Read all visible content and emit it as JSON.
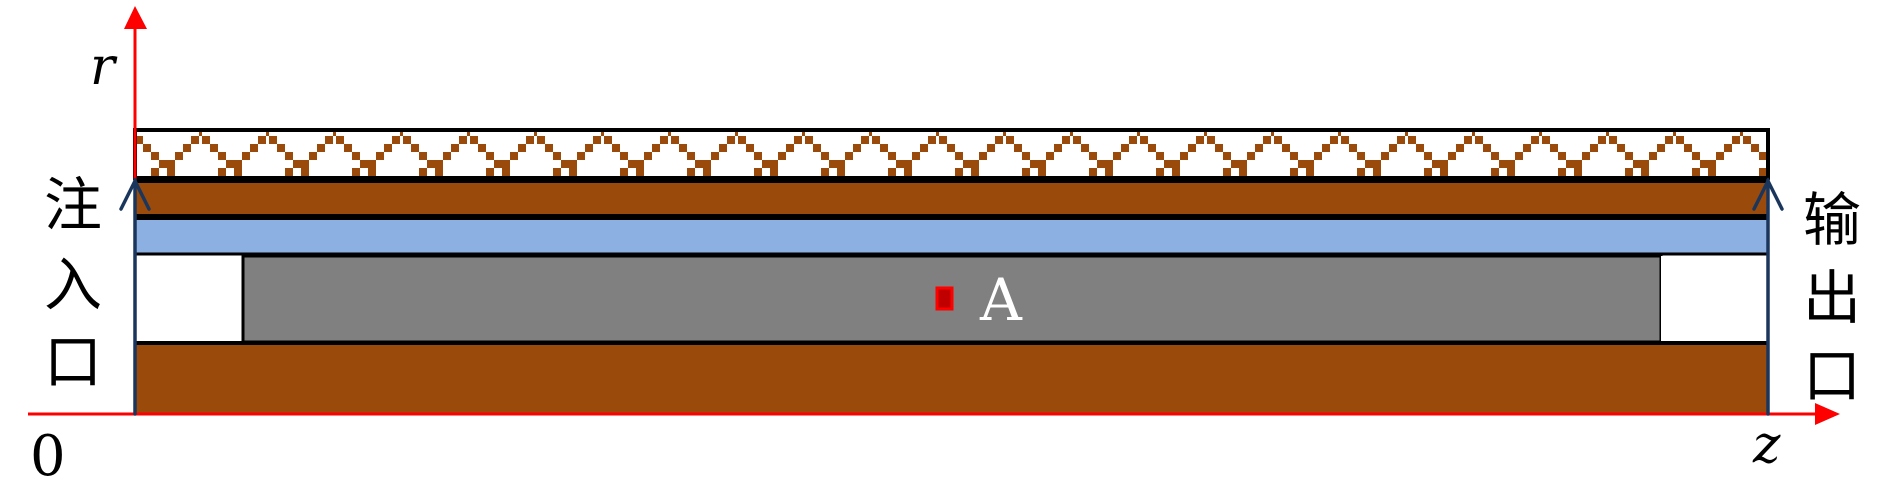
{
  "colors": {
    "axis": "#ff0000",
    "brown": "#9a4a0a",
    "blue_layer": "#8db0e2",
    "gray_layer": "#808080",
    "flow_arrow": "#1b365d",
    "point_a": "#ff0000"
  },
  "labels": {
    "r_axis": "r",
    "z_axis": "z",
    "origin": "0",
    "inlet": [
      "注",
      "入",
      "口"
    ],
    "outlet": [
      "输",
      "出",
      "口"
    ],
    "point": "A"
  }
}
